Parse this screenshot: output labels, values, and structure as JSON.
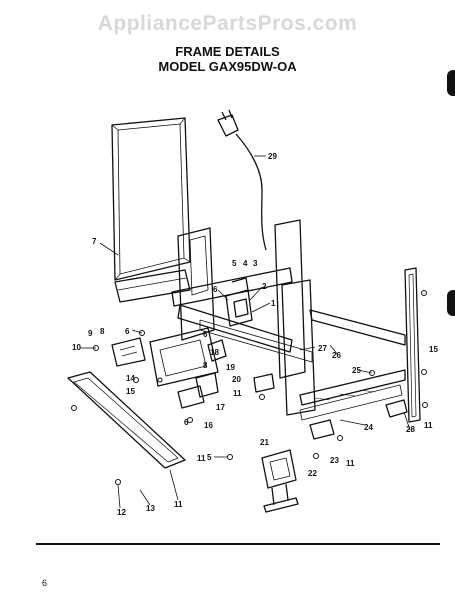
{
  "watermark": "AppliancePartsPros.com",
  "title": {
    "line1": "FRAME DETAILS",
    "line2": "MODEL GAX95DW-OA"
  },
  "page_number": "6",
  "callouts": [
    "29",
    "7",
    "5",
    "4",
    "3",
    "6",
    "2",
    "1",
    "9",
    "8",
    "6",
    "10",
    "8",
    "14",
    "15",
    "6",
    "18",
    "19",
    "27",
    "26",
    "20",
    "17",
    "16",
    "11",
    "25",
    "15",
    "6",
    "11",
    "5",
    "21",
    "22",
    "23",
    "11",
    "24",
    "28",
    "11",
    "12",
    "13",
    "11"
  ]
}
